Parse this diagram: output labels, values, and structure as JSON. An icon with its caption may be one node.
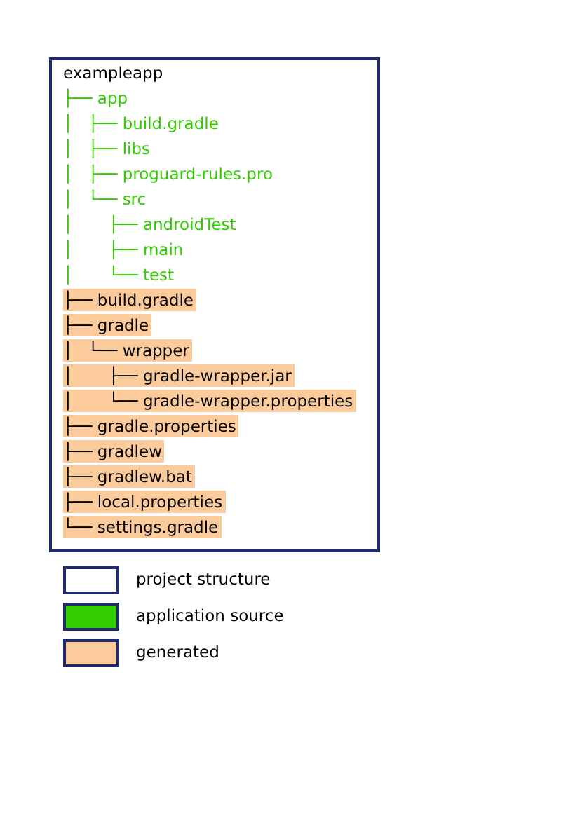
{
  "diagram": {
    "nodes": [
      {
        "text": [
          "exampleapp"
        ]
      },
      {
        "text": [
          "├── app"
        ],
        "in": 0
      },
      {
        "text": [
          "│   ├── build.gradle"
        ],
        "in": 0
      },
      {
        "text": [
          "│   ├── libs"
        ],
        "in": 0
      },
      {
        "text": [
          "│   ├── proguard-rules.pro"
        ],
        "in": 0
      },
      {
        "text": [
          "│   └── src"
        ],
        "in": 0
      },
      {
        "text": [
          "│       ├── androidTest"
        ],
        "in": 0
      },
      {
        "text": [
          "│       ├── main"
        ],
        "in": 0
      },
      {
        "text": [
          "│       └── test"
        ],
        "in": 0
      },
      {
        "text": [
          "├── build.gradle"
        ],
        "in": 0
      },
      {
        "text": [
          "├── gradle"
        ],
        "in": 0
      },
      {
        "text": [
          "│   └── wrapper"
        ],
        "in": 0
      },
      {
        "text": [
          "│       ├── gradle-wrapper.jar"
        ],
        "in": 0
      },
      {
        "text": [
          "│       └── gradle-wrapper.properties"
        ],
        "in": 0
      },
      {
        "text": [
          "├── gradle.properties"
        ],
        "in": 0
      },
      {
        "text": [
          "├── gradlew"
        ],
        "in": 0
      },
      {
        "text": [
          "├── gradlew.bat"
        ],
        "in": 0
      },
      {
        "text": [
          "├── local.properties"
        ],
        "in": 0
      },
      {
        "text": [
          "└── settings.gradle"
        ],
        "in": 0
      }
    ],
    "legend": [
      {
        "text": "project structure",
        "color": "#ffffff"
      },
      {
        "text": "application source",
        "color": "#33cc00"
      },
      {
        "text": "generated",
        "color": "#fccb9c"
      }
    ]
  }
}
